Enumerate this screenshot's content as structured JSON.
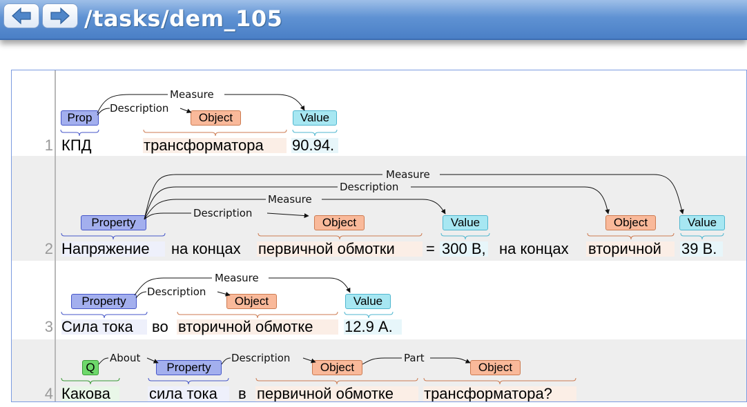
{
  "header": {
    "title": "/tasks/dem_105",
    "back_icon": "arrow-left-icon",
    "forward_icon": "arrow-right-icon"
  },
  "colors": {
    "Prop": "#a3afee",
    "Property": "#a3afee",
    "Object": "#f9b99a",
    "Value": "#a7e7f2",
    "Q": "#6ed86b"
  },
  "sentences": [
    {
      "num": "1",
      "words": [
        "КПД",
        "трансформатора",
        "90.94."
      ],
      "labels": [
        "Prop",
        "Object",
        "Value"
      ],
      "arcs": [
        "Measure",
        "Description"
      ]
    },
    {
      "num": "2",
      "words": [
        "Напряжение",
        "на концах",
        "первичной обмотки",
        "=",
        "300 В,",
        "на концах",
        "вторичной",
        "39 В."
      ],
      "labels": [
        "Property",
        "Object",
        "Value",
        "Object",
        "Value"
      ],
      "arcs": [
        "Measure",
        "Description",
        "Measure",
        "Description"
      ]
    },
    {
      "num": "3",
      "words": [
        "Сила тока",
        "во",
        "вторичной обмотке",
        "12.9 А."
      ],
      "labels": [
        "Property",
        "Object",
        "Value"
      ],
      "arcs": [
        "Measure",
        "Description"
      ]
    },
    {
      "num": "4",
      "words": [
        "Какова",
        "сила тока",
        "в",
        "первичной обмотке",
        "трансформатора?"
      ],
      "labels": [
        "Q",
        "Property",
        "Object",
        "Object"
      ],
      "arcs": [
        "About",
        "Description",
        "Part"
      ]
    }
  ]
}
